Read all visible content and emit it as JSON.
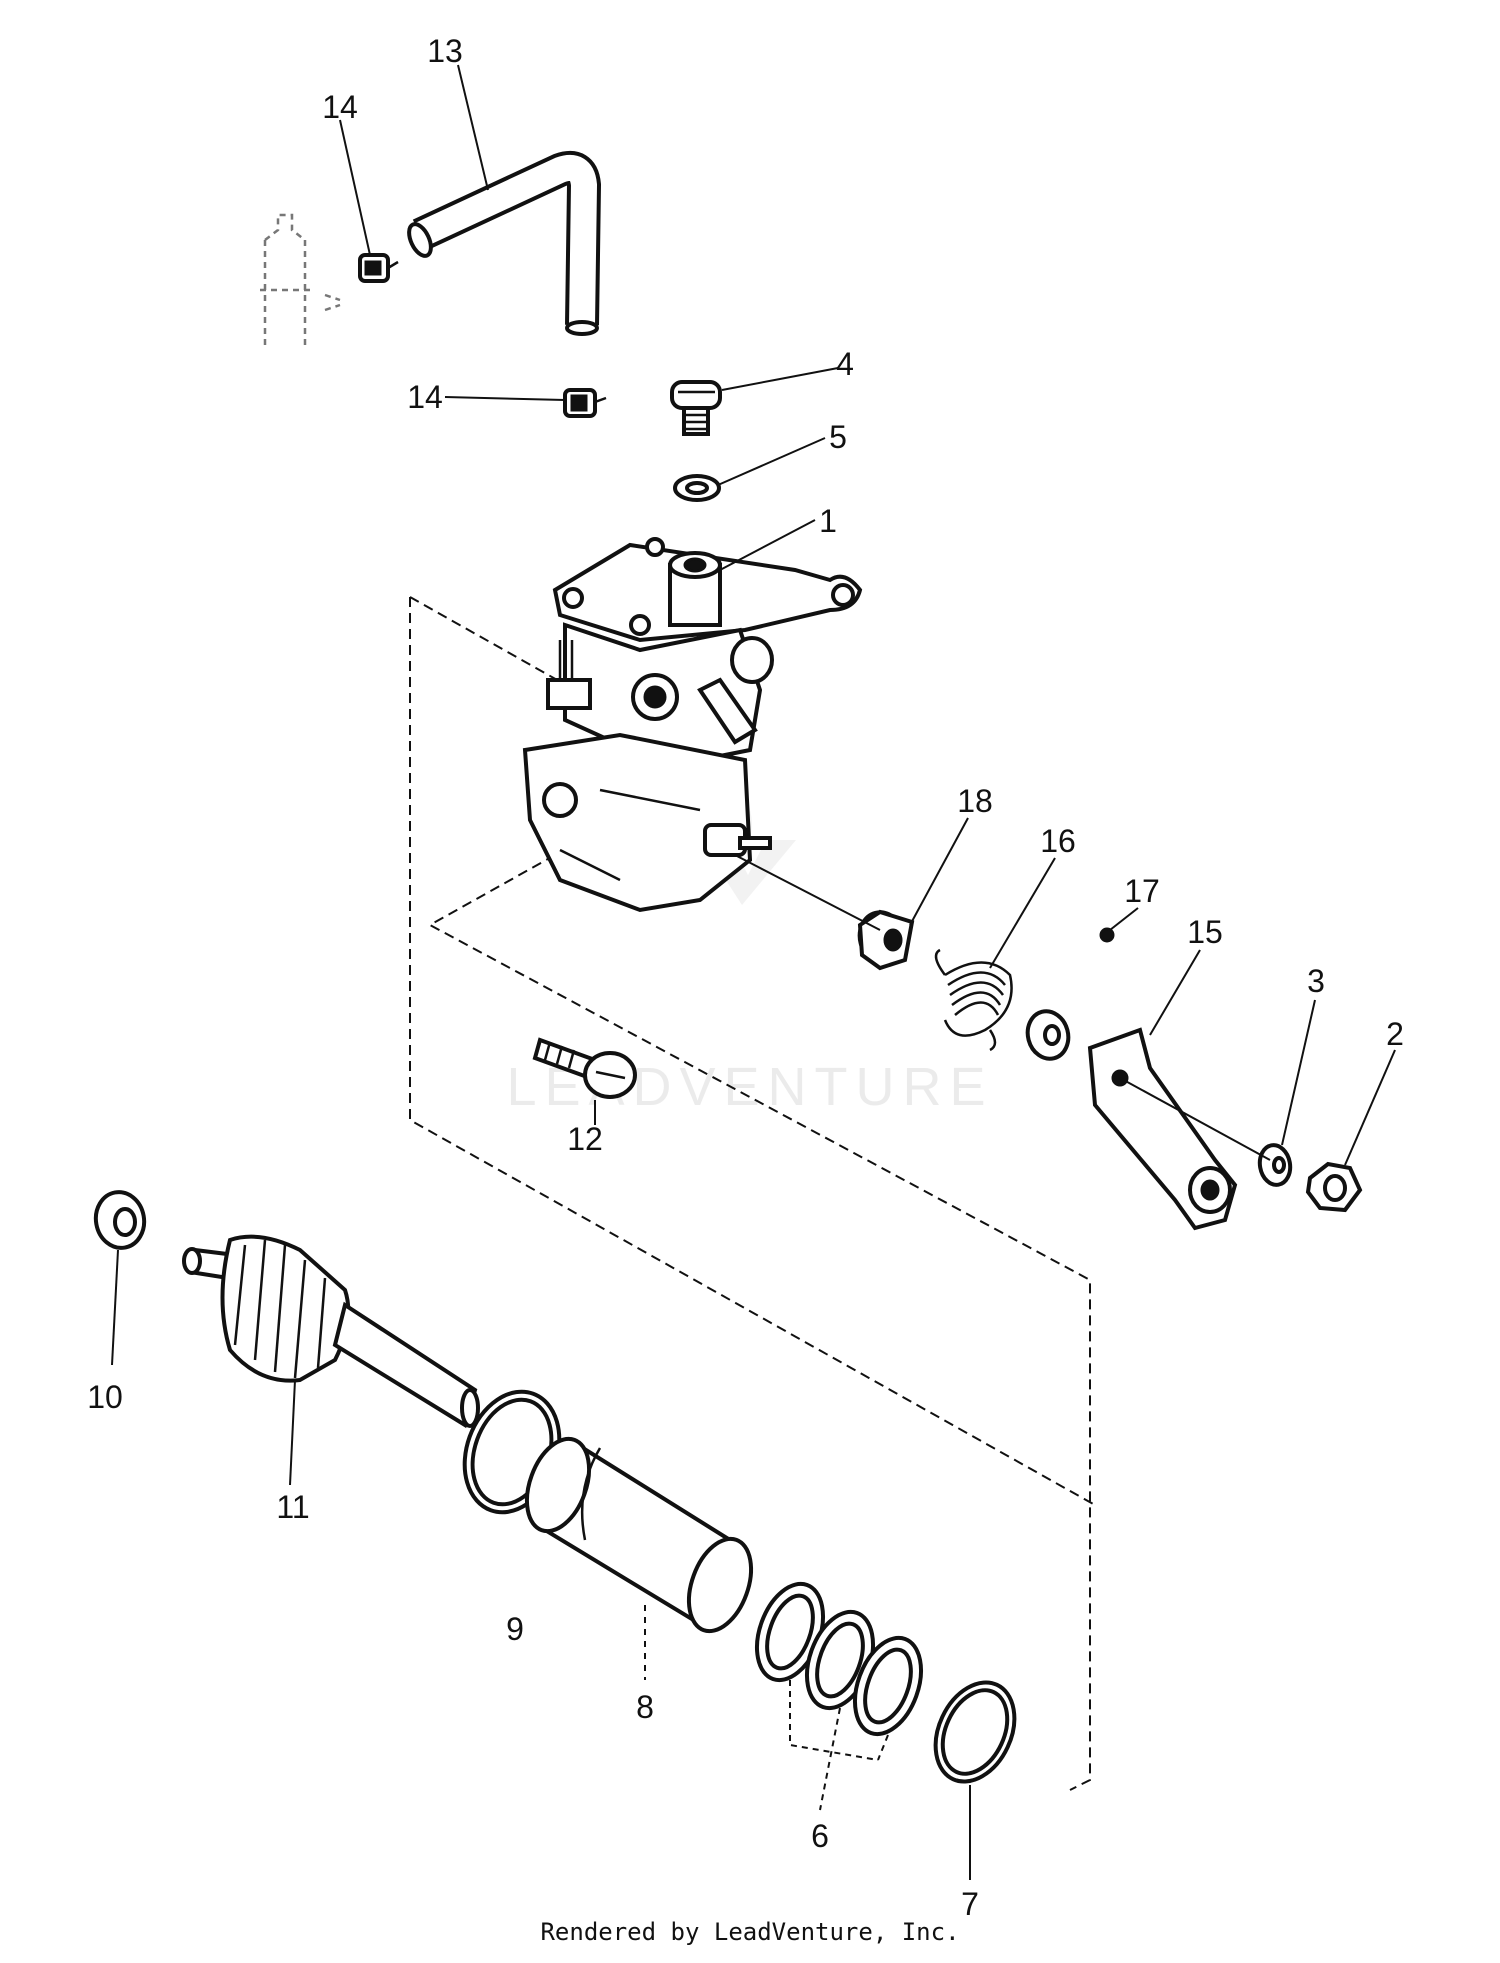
{
  "diagram": {
    "callouts": {
      "c1": "1",
      "c2": "2",
      "c3": "3",
      "c4": "4",
      "c5": "5",
      "c6": "6",
      "c7": "7",
      "c8": "8",
      "c9": "9",
      "c10": "10",
      "c11": "11",
      "c12": "12",
      "c13": "13",
      "c14a": "14",
      "c14b": "14",
      "c15": "15",
      "c16": "16",
      "c17": "17",
      "c18": "18"
    },
    "watermark": "LEADVENTURE"
  },
  "footer": {
    "text": "Rendered by LeadVenture, Inc."
  }
}
